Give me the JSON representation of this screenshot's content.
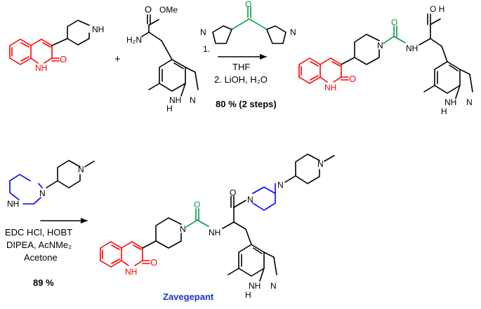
{
  "colors": {
    "bond": "#000000",
    "quinolinone": "#ff0000",
    "carbonyl_linker": "#009944",
    "piperazine": "#0000ff",
    "product_name": "#1a33cc"
  },
  "atoms": {
    "nh": "NH",
    "n": "N",
    "h": "H",
    "o": "O",
    "ome": "OMe",
    "oh": "O H",
    "h2n": "H₂N"
  },
  "step1": {
    "plus": "+",
    "reagent_index": "1.",
    "solvent": "THF",
    "reagent_2": "2. LiOH, H₂O",
    "yield": "80 % (2 steps)"
  },
  "step2": {
    "line1": "EDC HCl, HOBT",
    "line2": "DIPEA, AcNMe₂",
    "line3": "Acetone",
    "yield": "89 %"
  },
  "product_name": "Zavegepant"
}
